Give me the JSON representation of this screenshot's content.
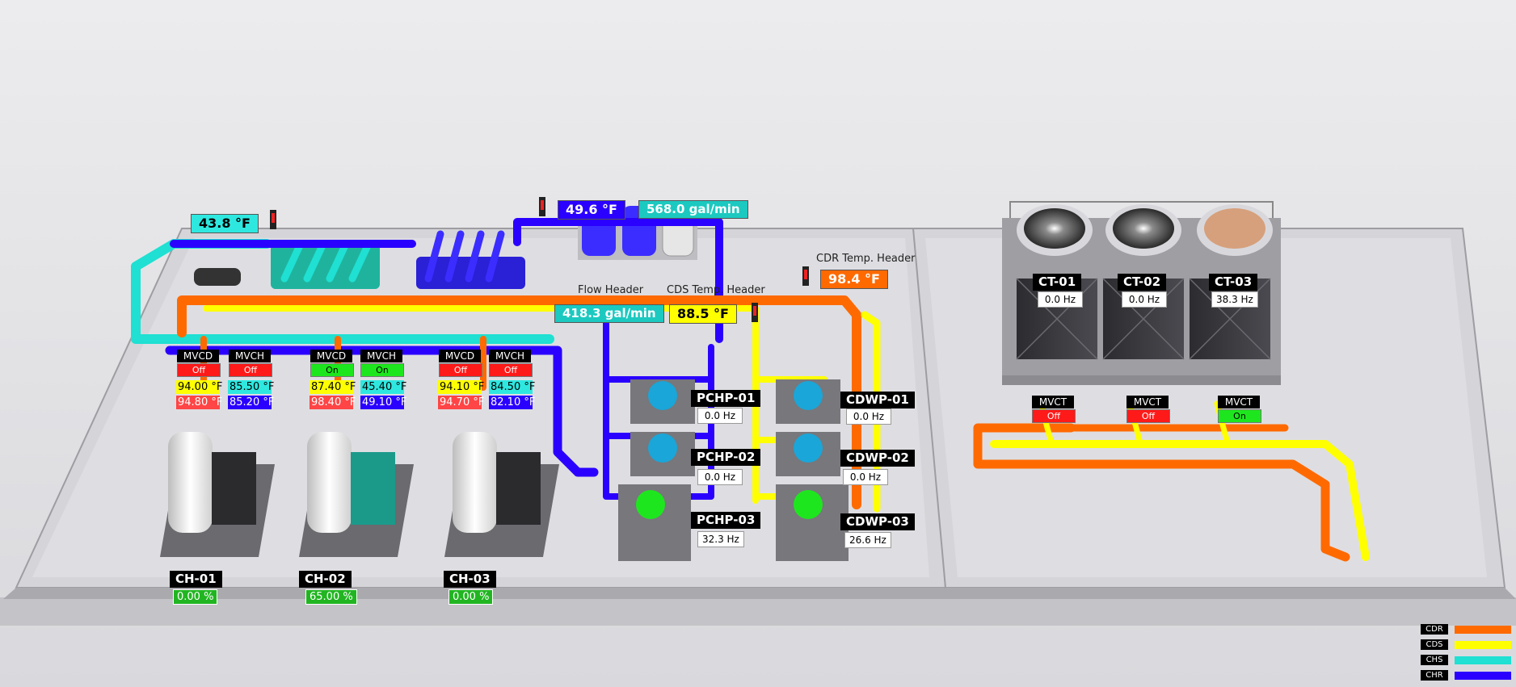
{
  "colors": {
    "CDR": "#ff6a00",
    "CDS": "#ffff00",
    "CHS": "#1fe0d2",
    "CHR": "#2a00ff",
    "on": "#1ee61e",
    "off": "#ff1a1a"
  },
  "chillers": [
    {
      "name": "CH-01",
      "load": "0.00 %",
      "mvcd": {
        "label": "MVCD",
        "status": "Off",
        "temp_in": "94.00 °F",
        "temp_out": "94.80 °F"
      },
      "mvch": {
        "label": "MVCH",
        "status": "Off",
        "temp_in": "85.50 °F",
        "temp_out": "85.20 °F"
      }
    },
    {
      "name": "CH-02",
      "load": "65.00 %",
      "mvcd": {
        "label": "MVCD",
        "status": "On",
        "temp_in": "87.40 °F",
        "temp_out": "98.40 °F"
      },
      "mvch": {
        "label": "MVCH",
        "status": "On",
        "temp_in": "45.40 °F",
        "temp_out": "49.10 °F"
      }
    },
    {
      "name": "CH-03",
      "load": "0.00 %",
      "mvcd": {
        "label": "MVCD",
        "status": "Off",
        "temp_in": "94.10 °F",
        "temp_out": "94.70 °F"
      },
      "mvch": {
        "label": "MVCH",
        "status": "Off",
        "temp_in": "84.50 °F",
        "temp_out": "82.10 °F"
      }
    }
  ],
  "chs_supply_temp": "43.8 °F",
  "chr_return": {
    "temp": "49.6 °F",
    "flow": "568.0 gal/min"
  },
  "flow_header": {
    "caption": "Flow Header",
    "value": "418.3 gal/min"
  },
  "cds_temp_header": {
    "caption": "CDS Temp. Header",
    "value": "88.5 °F"
  },
  "cdr_temp_header": {
    "caption": "CDR Temp. Header",
    "value": "98.4 °F"
  },
  "pchp_pumps": [
    {
      "name": "PCHP-01",
      "freq": "0.0 Hz"
    },
    {
      "name": "PCHP-02",
      "freq": "0.0 Hz"
    },
    {
      "name": "PCHP-03",
      "freq": "32.3 Hz"
    }
  ],
  "cdwp_pumps": [
    {
      "name": "CDWP-01",
      "freq": "0.0 Hz"
    },
    {
      "name": "CDWP-02",
      "freq": "0.0 Hz"
    },
    {
      "name": "CDWP-03",
      "freq": "26.6 Hz"
    }
  ],
  "cooling_towers": [
    {
      "name": "CT-01",
      "freq": "0.0 Hz",
      "valve": {
        "label": "MVCT",
        "status": "Off"
      }
    },
    {
      "name": "CT-02",
      "freq": "0.0 Hz",
      "valve": {
        "label": "MVCT",
        "status": "Off"
      }
    },
    {
      "name": "CT-03",
      "freq": "38.3 Hz",
      "valve": {
        "label": "MVCT",
        "status": "On"
      }
    }
  ],
  "legend": [
    {
      "key": "CDR",
      "color": "#ff6a00"
    },
    {
      "key": "CDS",
      "color": "#ffff00"
    },
    {
      "key": "CHS",
      "color": "#1fe0d2"
    },
    {
      "key": "CHR",
      "color": "#2a00ff"
    }
  ]
}
